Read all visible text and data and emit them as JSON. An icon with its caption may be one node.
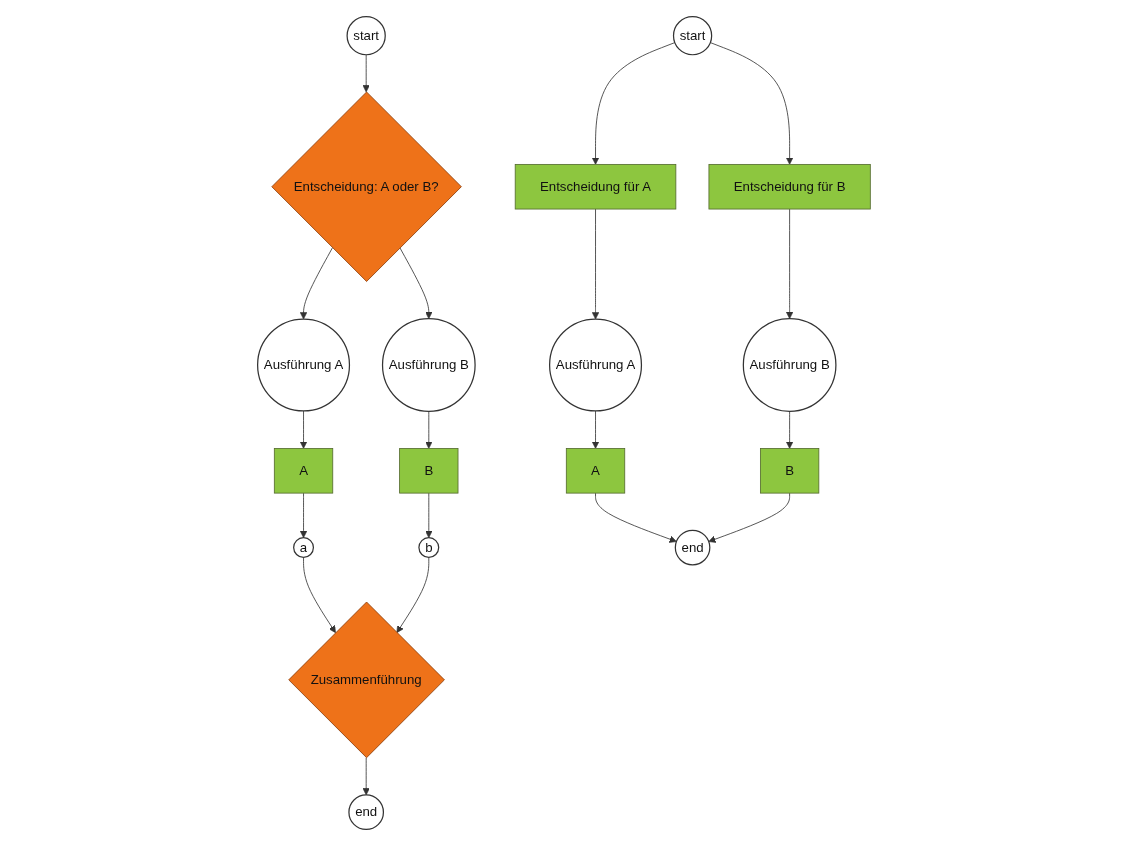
{
  "diagram": {
    "nodes": [
      {
        "text": [
          "start"
        ]
      },
      {
        "text": [
          "Entscheidung: A oder B?"
        ]
      },
      {
        "text": [
          "Ausführung A"
        ]
      },
      {
        "text": [
          "Ausführung B"
        ]
      },
      {
        "text": [
          "A"
        ]
      },
      {
        "text": [
          "B"
        ]
      },
      {
        "text": [
          "a"
        ]
      },
      {
        "text": [
          "b"
        ]
      },
      {
        "text": [
          "Zusammenführung"
        ]
      },
      {
        "text": [
          "end"
        ]
      },
      {
        "text": [
          "start"
        ]
      },
      {
        "text": [
          "Entscheidung für A"
        ]
      },
      {
        "text": [
          "Entscheidung für B"
        ]
      },
      {
        "text": [
          "Ausführung A"
        ]
      },
      {
        "text": [
          "Ausführung B"
        ]
      },
      {
        "text": [
          "A"
        ]
      },
      {
        "text": [
          "B"
        ]
      },
      {
        "text": [
          "end"
        ]
      }
    ],
    "edges": [
      {
        "from": 0,
        "to": 1,
        "arrow": "to"
      },
      {
        "from": 1,
        "to": 2,
        "arrow": "to"
      },
      {
        "from": 1,
        "to": 3,
        "arrow": "to"
      },
      {
        "from": 2,
        "to": 4,
        "arrow": "to"
      },
      {
        "from": 3,
        "to": 5,
        "arrow": "to"
      },
      {
        "from": 4,
        "to": 6,
        "arrow": "to"
      },
      {
        "from": 5,
        "to": 7,
        "arrow": "to"
      },
      {
        "from": 6,
        "to": 8,
        "arrow": "to"
      },
      {
        "from": 7,
        "to": 8,
        "arrow": "to"
      },
      {
        "from": 8,
        "to": 9,
        "arrow": "to"
      },
      {
        "from": 10,
        "to": 11,
        "arrow": "to"
      },
      {
        "from": 10,
        "to": 12,
        "arrow": "to"
      },
      {
        "from": 11,
        "to": 13,
        "arrow": "to"
      },
      {
        "from": 12,
        "to": 14,
        "arrow": "to"
      },
      {
        "from": 13,
        "to": 15,
        "arrow": "to"
      },
      {
        "from": 14,
        "to": 16,
        "arrow": "to"
      },
      {
        "from": 15,
        "to": 17,
        "arrow": "to"
      },
      {
        "from": 16,
        "to": 17,
        "arrow": "to"
      }
    ]
  }
}
